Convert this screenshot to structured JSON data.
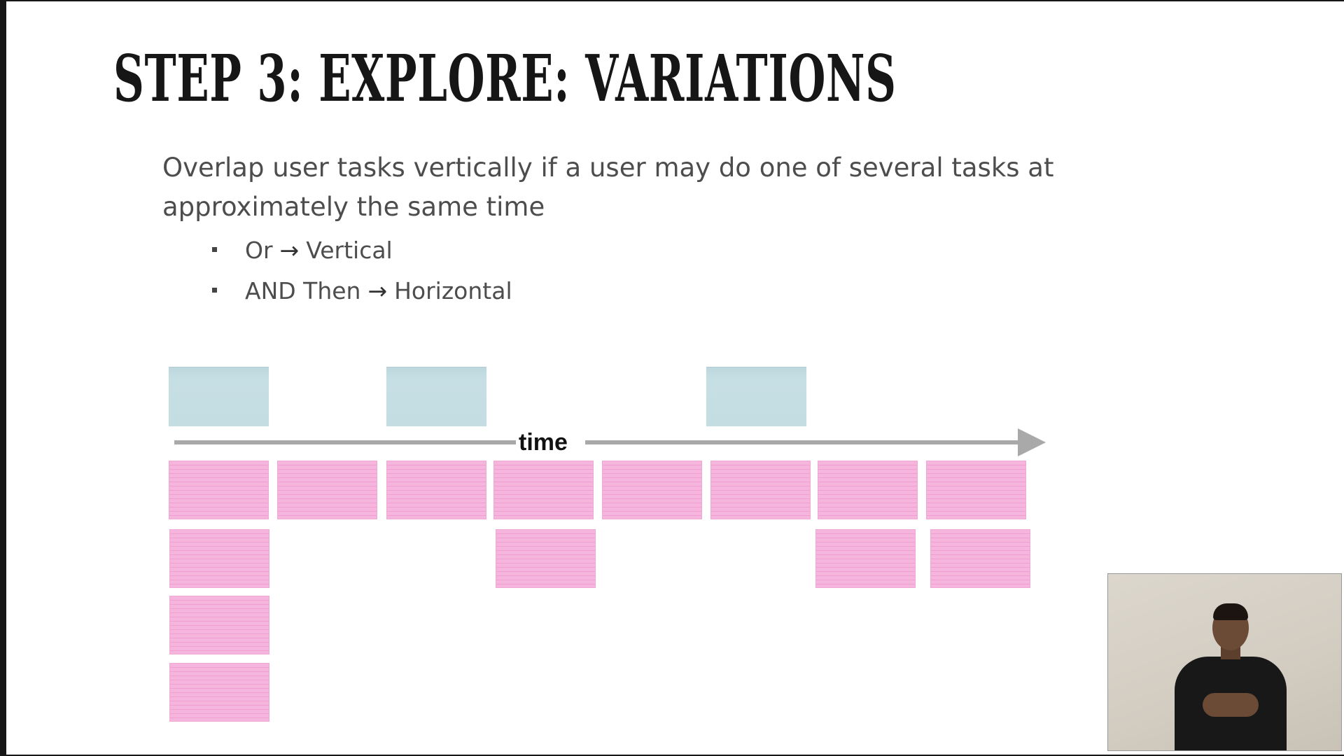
{
  "slide": {
    "title": "STEP 3: EXPLORE: VARIATIONS",
    "body_line1": "Overlap user tasks vertically if a user may do one of several tasks at",
    "body_line2": "approximately the same time",
    "bullets": [
      {
        "before": "Or",
        "arrow": "→",
        "after": "Vertical"
      },
      {
        "before": "AND Then",
        "arrow": "→",
        "after": "Horizontal"
      }
    ]
  },
  "diagram": {
    "timeline_label": "time",
    "colors": {
      "activity_card": "#c4dde3",
      "task_card": "#f5b5dd",
      "timeline": "#a9a9a9"
    },
    "activity_cards_above": 3,
    "task_columns": [
      {
        "stack_count": 4
      },
      {
        "stack_count": 1
      },
      {
        "stack_count": 1
      },
      {
        "stack_count": 2
      },
      {
        "stack_count": 1
      },
      {
        "stack_count": 1
      },
      {
        "stack_count": 2
      },
      {
        "stack_count": 2
      }
    ]
  },
  "video": {
    "icon": "presenter-webcam"
  }
}
